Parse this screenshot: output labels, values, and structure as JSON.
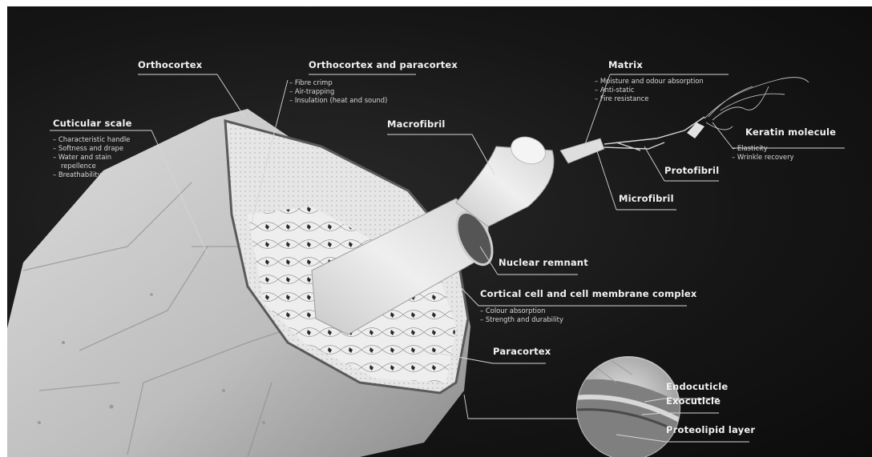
{
  "labels": {
    "orthocortex": "Orthocortex",
    "ortho_para": "Orthocortex and paracortex",
    "matrix": "Matrix",
    "cuticular_scale": "Cuticular scale",
    "macrofibril": "Macrofibril",
    "keratin_molecule": "Keratin molecule",
    "protofibril": "Protofibril",
    "microfibril": "Microfibril",
    "nuclear_remnant": "Nuclear remnant",
    "cortical_cell": "Cortical cell and cell membrane complex",
    "paracortex": "Paracortex",
    "endocuticle": "Endocuticle",
    "exocuticle": "Exocuticle",
    "proteolipid": "Proteolipid layer"
  },
  "properties": {
    "ortho_para": [
      "Fibre crimp",
      "Air-trapping",
      "Insulation (heat and sound)"
    ],
    "matrix": [
      "Moisture and odour absorption",
      "Anti-static",
      "Fire resistance"
    ],
    "cuticular_scale": [
      "Characteristic handle",
      "Softness and drape",
      "Water and stain",
      "repellence",
      "Breathability"
    ],
    "keratin_molecule": [
      "Elasticity",
      "Wrinkle recovery"
    ],
    "cortical_cell": [
      "Colour absorption",
      "Strength and durability"
    ]
  }
}
